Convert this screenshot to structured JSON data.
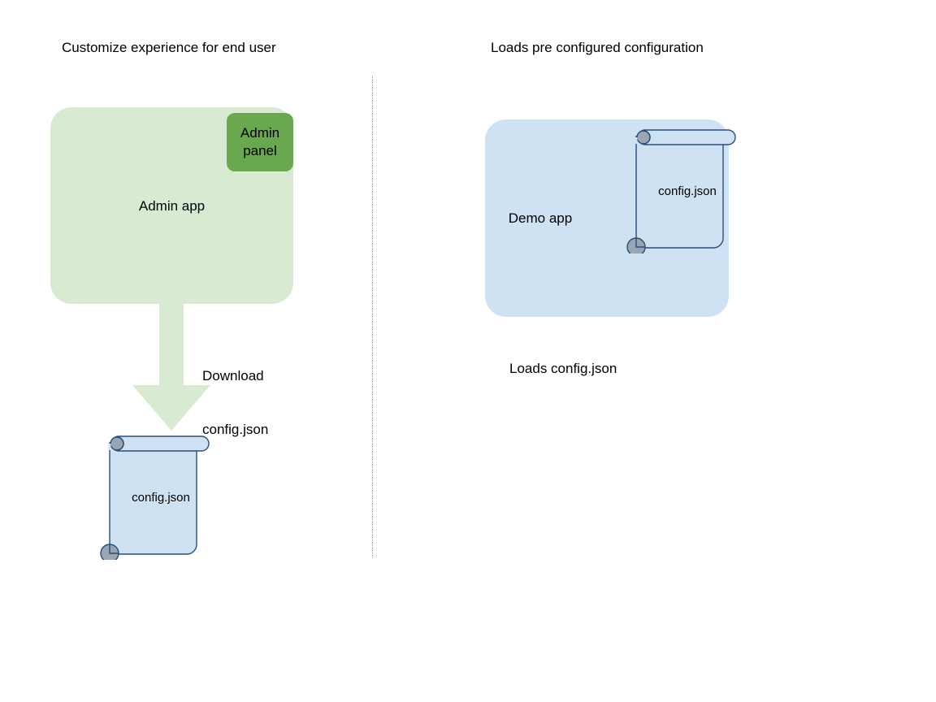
{
  "diagram": {
    "title_left": "Customize experience for end user",
    "title_right": "Loads pre configured configuration",
    "left_panel": {
      "app_label": "Admin app",
      "badge_label": "Admin\npanel",
      "badge_line1": "Admin",
      "badge_line2": "panel",
      "arrow_label_line1": "Download",
      "arrow_label_line2": "config.json",
      "file_label": "config.json"
    },
    "right_panel": {
      "app_label": "Demo app",
      "file_label": "config.json",
      "caption": "Loads config.json"
    },
    "colors": {
      "app_green_fill": "#d9ead3",
      "badge_green_fill": "#6aa84f",
      "app_blue_fill": "#cfe2f3",
      "scroll_fill": "#cfe2f3",
      "scroll_stroke": "#274e79",
      "curl_fill": "#9aa5b1",
      "arrow_fill": "#d9ead3",
      "divider_stroke": "#999999",
      "text": "#000000",
      "background": "#ffffff"
    }
  }
}
